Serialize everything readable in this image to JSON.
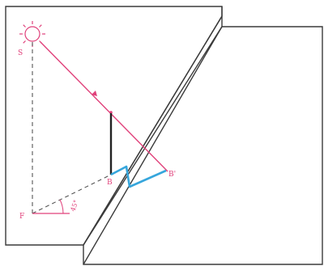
{
  "labels": {
    "sun_point": "S",
    "ground_foot": "F",
    "stick_bottom": "B",
    "shadow_tip": "B'",
    "angle": "45°"
  },
  "colors": {
    "wall_outline": "#3a3a3a",
    "sun_ray": "#e0407a",
    "stick": "#222222",
    "shadow": "#36a6dc",
    "dashed_guide": "#555555"
  },
  "icons": {
    "sun": "sun-icon"
  }
}
